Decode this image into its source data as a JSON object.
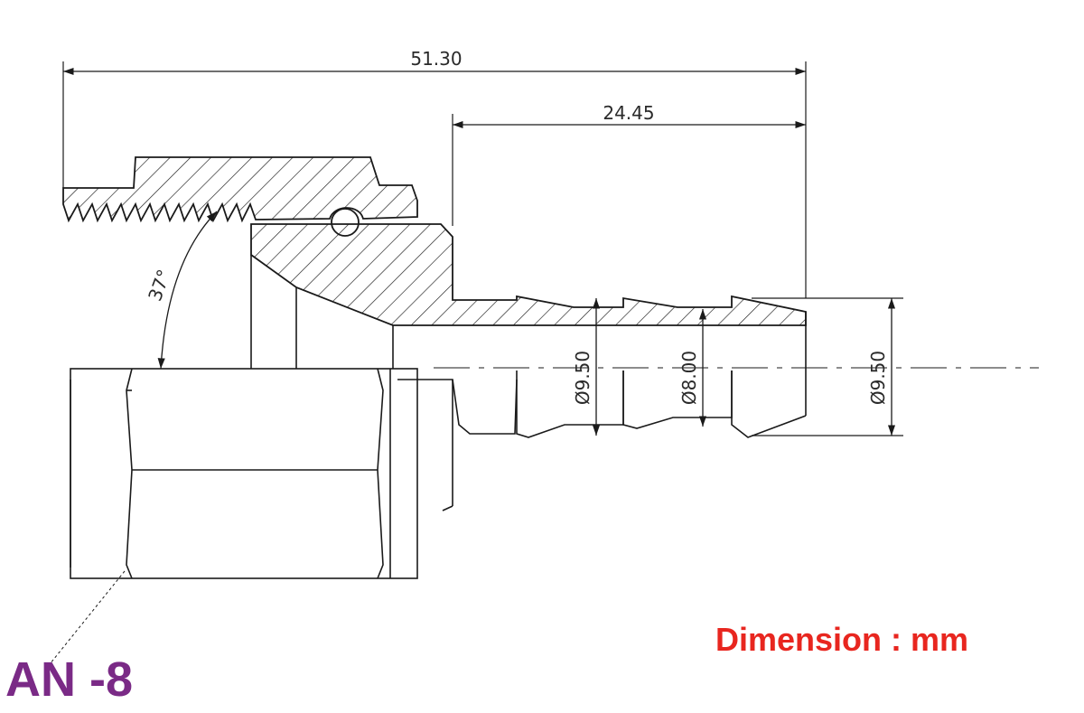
{
  "drawing": {
    "dimensions": {
      "overall_length": "51.30",
      "barb_length": "24.45",
      "angle": "37°",
      "barb_od_left": "Ø9.50",
      "barb_id": "Ø8.00",
      "barb_od_right": "Ø9.50"
    },
    "part_label": "AN -8",
    "unit_note": "Dimension : mm",
    "colors": {
      "part_label": "#7a2a86",
      "unit_note": "#e8261f",
      "lines": "#1a1a1a"
    }
  }
}
